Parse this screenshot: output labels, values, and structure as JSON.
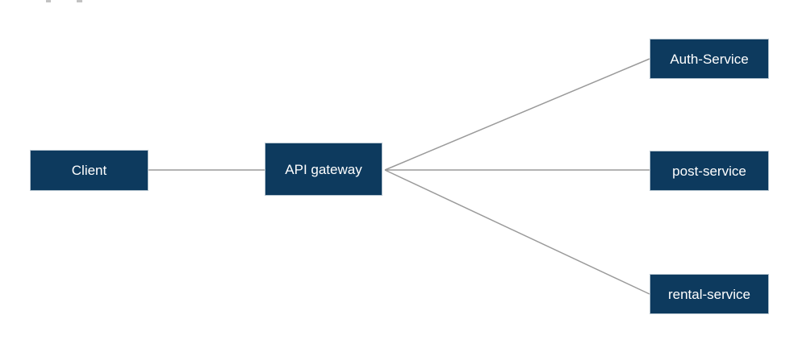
{
  "diagram": {
    "nodes": [
      {
        "id": "client",
        "label": "Client"
      },
      {
        "id": "api-gateway",
        "label": "API gateway"
      },
      {
        "id": "auth-service",
        "label": "Auth-Service"
      },
      {
        "id": "post-service",
        "label": "post-service"
      },
      {
        "id": "rental-service",
        "label": "rental-service"
      }
    ],
    "edges": [
      {
        "from": "Client",
        "to": "API gateway"
      },
      {
        "from": "API gateway",
        "to": "Auth-Service"
      },
      {
        "from": "API gateway",
        "to": "post-service"
      },
      {
        "from": "API gateway",
        "to": "rental-service"
      }
    ],
    "colors": {
      "node_fill": "#0d3a5e",
      "node_border": "#b6c5d0",
      "edge_line": "#9a9a9a",
      "node_text": "#ffffff",
      "background": "#ffffff"
    }
  }
}
